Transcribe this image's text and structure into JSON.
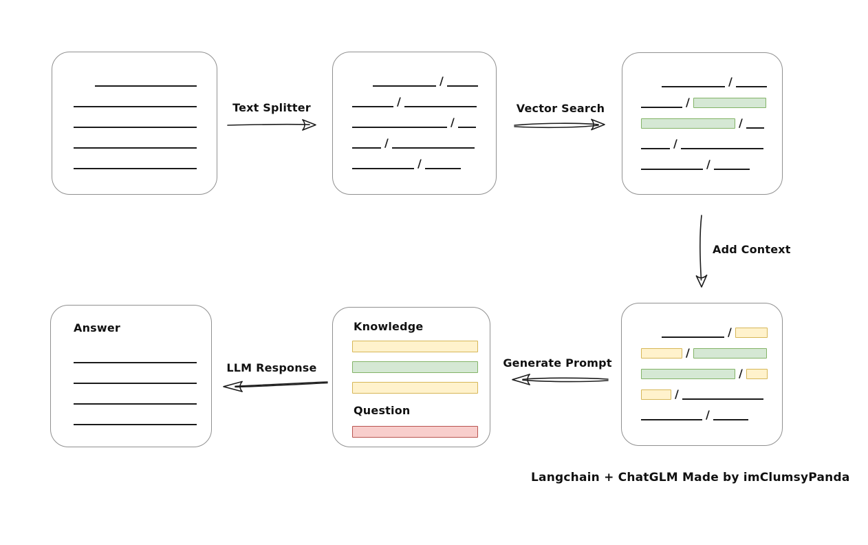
{
  "caption": "Langchain + ChatGLM Made by imClumsyPanda",
  "colors": {
    "chunk_green_fill": "#d5e8d4",
    "chunk_green_border": "#82b366",
    "chunk_yellow_fill": "#fff2cc",
    "chunk_yellow_border": "#d6b656",
    "chunk_red_fill": "#f8cecc",
    "chunk_red_border": "#b85450",
    "node_border": "#8f8f8f",
    "ink": "#1c1c1c"
  },
  "arrows": {
    "text_splitter": {
      "label": "Text Splitter",
      "direction": "right"
    },
    "vector_search": {
      "label": "Vector Search",
      "direction": "right"
    },
    "add_context": {
      "label": "Add Context",
      "direction": "down"
    },
    "generate_prompt": {
      "label": "Generate Prompt",
      "direction": "left"
    },
    "llm_response": {
      "label": "LLM Response",
      "direction": "left"
    }
  },
  "nodes": {
    "document": {
      "rows": [
        {
          "segments": [
            {
              "t": "line",
              "w": 148,
              "ml": 31
            }
          ]
        },
        {
          "segments": [
            {
              "t": "line",
              "w": 179
            }
          ]
        },
        {
          "segments": [
            {
              "t": "line",
              "w": 179
            }
          ]
        },
        {
          "segments": [
            {
              "t": "line",
              "w": 179
            }
          ]
        },
        {
          "segments": [
            {
              "t": "line",
              "w": 179
            }
          ]
        }
      ]
    },
    "split_chunks": {
      "rows": [
        {
          "segments": [
            {
              "t": "line",
              "w": 92,
              "ml": 30
            },
            {
              "t": "slash"
            },
            {
              "t": "line",
              "w": 45
            }
          ]
        },
        {
          "segments": [
            {
              "t": "line",
              "w": 60
            },
            {
              "t": "slash"
            },
            {
              "t": "line",
              "w": 105
            }
          ]
        },
        {
          "segments": [
            {
              "t": "line",
              "w": 138
            },
            {
              "t": "slash"
            },
            {
              "t": "line",
              "w": 26
            }
          ]
        },
        {
          "segments": [
            {
              "t": "line",
              "w": 42
            },
            {
              "t": "slash"
            },
            {
              "t": "line",
              "w": 120
            }
          ]
        },
        {
          "segments": [
            {
              "t": "line",
              "w": 90
            },
            {
              "t": "slash"
            },
            {
              "t": "line",
              "w": 52
            }
          ]
        }
      ]
    },
    "vector_matches": {
      "rows": [
        {
          "segments": [
            {
              "t": "line",
              "w": 92,
              "ml": 30
            },
            {
              "t": "slash"
            },
            {
              "t": "line",
              "w": 45
            }
          ]
        },
        {
          "segments": [
            {
              "t": "line",
              "w": 60
            },
            {
              "t": "slash"
            },
            {
              "t": "chunk",
              "color": "green",
              "w": 106
            }
          ]
        },
        {
          "segments": [
            {
              "t": "chunk",
              "color": "green",
              "w": 137
            },
            {
              "t": "slash"
            },
            {
              "t": "line",
              "w": 26
            }
          ]
        },
        {
          "segments": [
            {
              "t": "line",
              "w": 42
            },
            {
              "t": "slash"
            },
            {
              "t": "line",
              "w": 120
            }
          ]
        },
        {
          "segments": [
            {
              "t": "line",
              "w": 90
            },
            {
              "t": "slash"
            },
            {
              "t": "line",
              "w": 52
            }
          ]
        }
      ]
    },
    "context_chunks": {
      "rows": [
        {
          "segments": [
            {
              "t": "line",
              "w": 91,
              "ml": 30
            },
            {
              "t": "slash"
            },
            {
              "t": "chunk",
              "color": "yellow",
              "w": 47
            }
          ]
        },
        {
          "segments": [
            {
              "t": "chunk",
              "color": "yellow",
              "w": 60
            },
            {
              "t": "slash"
            },
            {
              "t": "chunk",
              "color": "green",
              "w": 107
            }
          ]
        },
        {
          "segments": [
            {
              "t": "chunk",
              "color": "green",
              "w": 137
            },
            {
              "t": "slash"
            },
            {
              "t": "chunk",
              "color": "yellow",
              "w": 31
            }
          ]
        },
        {
          "segments": [
            {
              "t": "chunk",
              "color": "yellow",
              "w": 44
            },
            {
              "t": "slash"
            },
            {
              "t": "line",
              "w": 118
            }
          ]
        },
        {
          "segments": [
            {
              "t": "line",
              "w": 89
            },
            {
              "t": "slash"
            },
            {
              "t": "line",
              "w": 51
            }
          ]
        }
      ]
    },
    "prompt": {
      "knowledge_label": "Knowledge",
      "question_label": "Question",
      "knowledge_rows": [
        {
          "segments": [
            {
              "t": "chunk",
              "color": "yellow",
              "w": 183
            }
          ]
        },
        {
          "segments": [
            {
              "t": "chunk",
              "color": "green",
              "w": 183
            }
          ]
        },
        {
          "segments": [
            {
              "t": "chunk",
              "color": "yellow",
              "w": 183
            }
          ]
        }
      ],
      "question_rows": [
        {
          "segments": [
            {
              "t": "chunk",
              "color": "red",
              "w": 183
            }
          ]
        }
      ]
    },
    "answer": {
      "title": "Answer",
      "rows": [
        {
          "segments": [
            {
              "t": "line",
              "w": 179
            }
          ]
        },
        {
          "segments": [
            {
              "t": "line",
              "w": 179
            }
          ]
        },
        {
          "segments": [
            {
              "t": "line",
              "w": 179
            }
          ]
        },
        {
          "segments": [
            {
              "t": "line",
              "w": 179
            }
          ]
        }
      ]
    }
  }
}
